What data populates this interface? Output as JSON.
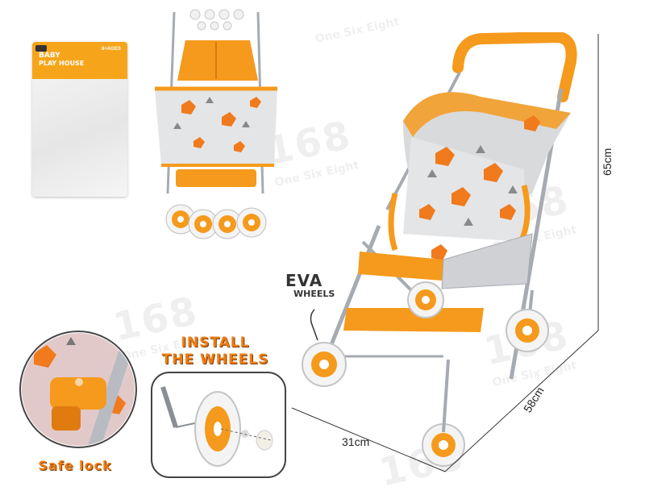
{
  "package": {
    "title_line1": "BABY",
    "title_line2": "PLAY HOUSE",
    "badge": "8+AGES"
  },
  "labels": {
    "eva_line1": "EVA",
    "eva_line2": "WHEELS",
    "install_line1": "INSTALL",
    "install_line2": "THE WHEELS",
    "safe_lock": "Safe lock"
  },
  "dimensions": {
    "height": "65cm",
    "depth": "58cm",
    "width": "31cm"
  },
  "watermark": {
    "brand": "168",
    "text": "One Six Eight"
  },
  "colors": {
    "orange": "#f59a1c",
    "orange_dark": "#ee7d14",
    "frame_silver": "#b8bcc2",
    "fabric_gray": "#d9dadc",
    "fox_orange": "#f07a1c"
  }
}
